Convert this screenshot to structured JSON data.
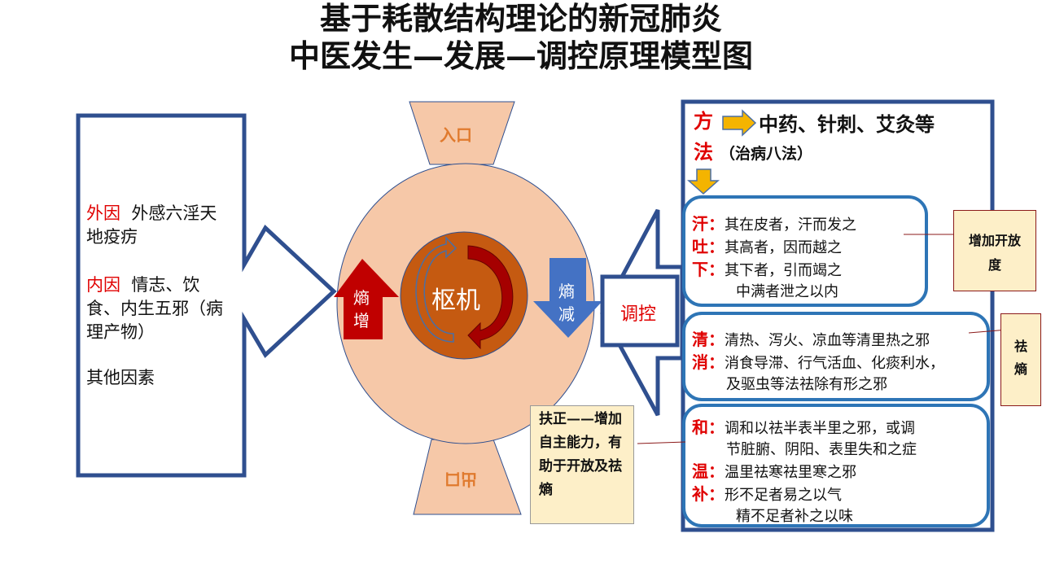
{
  "title": {
    "line1": "基于耗散结构理论的新冠肺炎",
    "line2": "中医发生—发展—调控原理模型图"
  },
  "left": {
    "external_label": "外因",
    "external_text": "外感六淫天地疫疠",
    "internal_label": "内因",
    "internal_text": "情志、饮食、内生五邪（病理产物）",
    "other_label": "其他因素"
  },
  "center": {
    "inlet": "入口",
    "outlet": "出口",
    "core": "枢机",
    "entropy_increase": "熵增",
    "entropy_decrease": "熵减",
    "regulate": "调控"
  },
  "fuzheng": "扶正——增加自主能力，有助于开放及祛熵",
  "methods": {
    "label1": "方",
    "label2": "法",
    "means": "中药、针刺、艾灸等",
    "eight": "（治病八法）",
    "groups": [
      {
        "items": [
          {
            "key": "汗：",
            "text": "其在皮者，汗而发之"
          },
          {
            "key": "吐：",
            "text": "其高者，因而越之"
          },
          {
            "key": "下：",
            "text": "其下者，引而竭之"
          },
          {
            "key": "",
            "text": "中满者泄之以内"
          }
        ]
      },
      {
        "items": [
          {
            "key": "清：",
            "text": "清热、泻火、凉血等清里热之邪"
          },
          {
            "key": "消：",
            "text": "消食导滞、行气活血、化痰利水，"
          },
          {
            "key": "",
            "text": "及驱虫等法祛除有形之邪"
          }
        ]
      },
      {
        "items": [
          {
            "key": "和：",
            "text": "调和以祛半表半里之邪，或调"
          },
          {
            "key": "",
            "text": "节脏腑、阴阳、表里失和之症"
          },
          {
            "key": "温：",
            "text": "温里祛寒祛里寒之邪"
          },
          {
            "key": "补：",
            "text": "形不足者易之以气"
          },
          {
            "key": "",
            "text": "精不足者补之以味"
          }
        ]
      }
    ]
  },
  "notes": {
    "open": "增加开放度",
    "remove": "祛熵"
  },
  "colors": {
    "frame": "#2f4f8f",
    "accent": "#e00000",
    "peach": "#f6c8a8",
    "core": "#c55a11"
  }
}
